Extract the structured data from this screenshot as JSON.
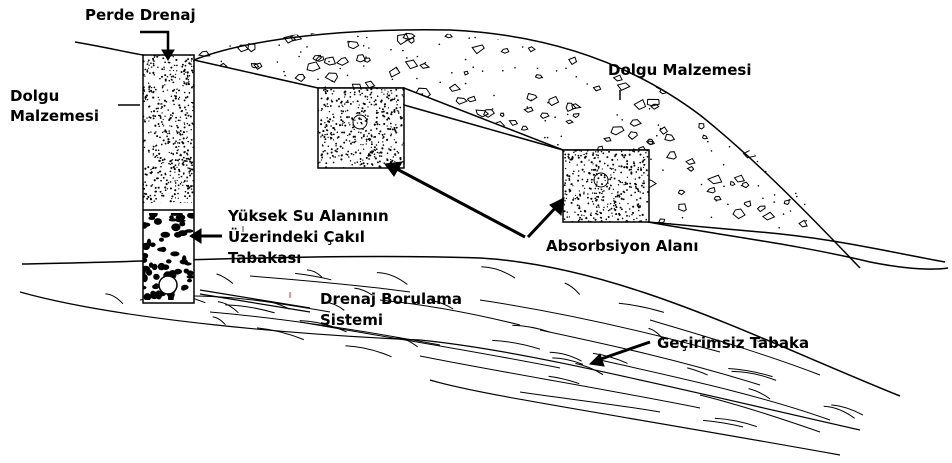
{
  "labels": {
    "perde_drenaj": "Perde Drenaj",
    "dolgu_left_1": "Dolgu",
    "dolgu_left_2": "Malzemesi",
    "dolgu_right": "Dolgu Malzemesi",
    "yuksek_1": "Yüksek Su Alanının",
    "yuksek_2": "Üzerindeki Çakıl",
    "yuksek_3": "Tabakası",
    "absorbsiyon": "Absorbsiyon Alanı",
    "drenaj_1": "Drenaj Borulama",
    "drenaj_2": "Sistemi",
    "gecirimsiz": "Geçirimsiz Tabaka"
  }
}
